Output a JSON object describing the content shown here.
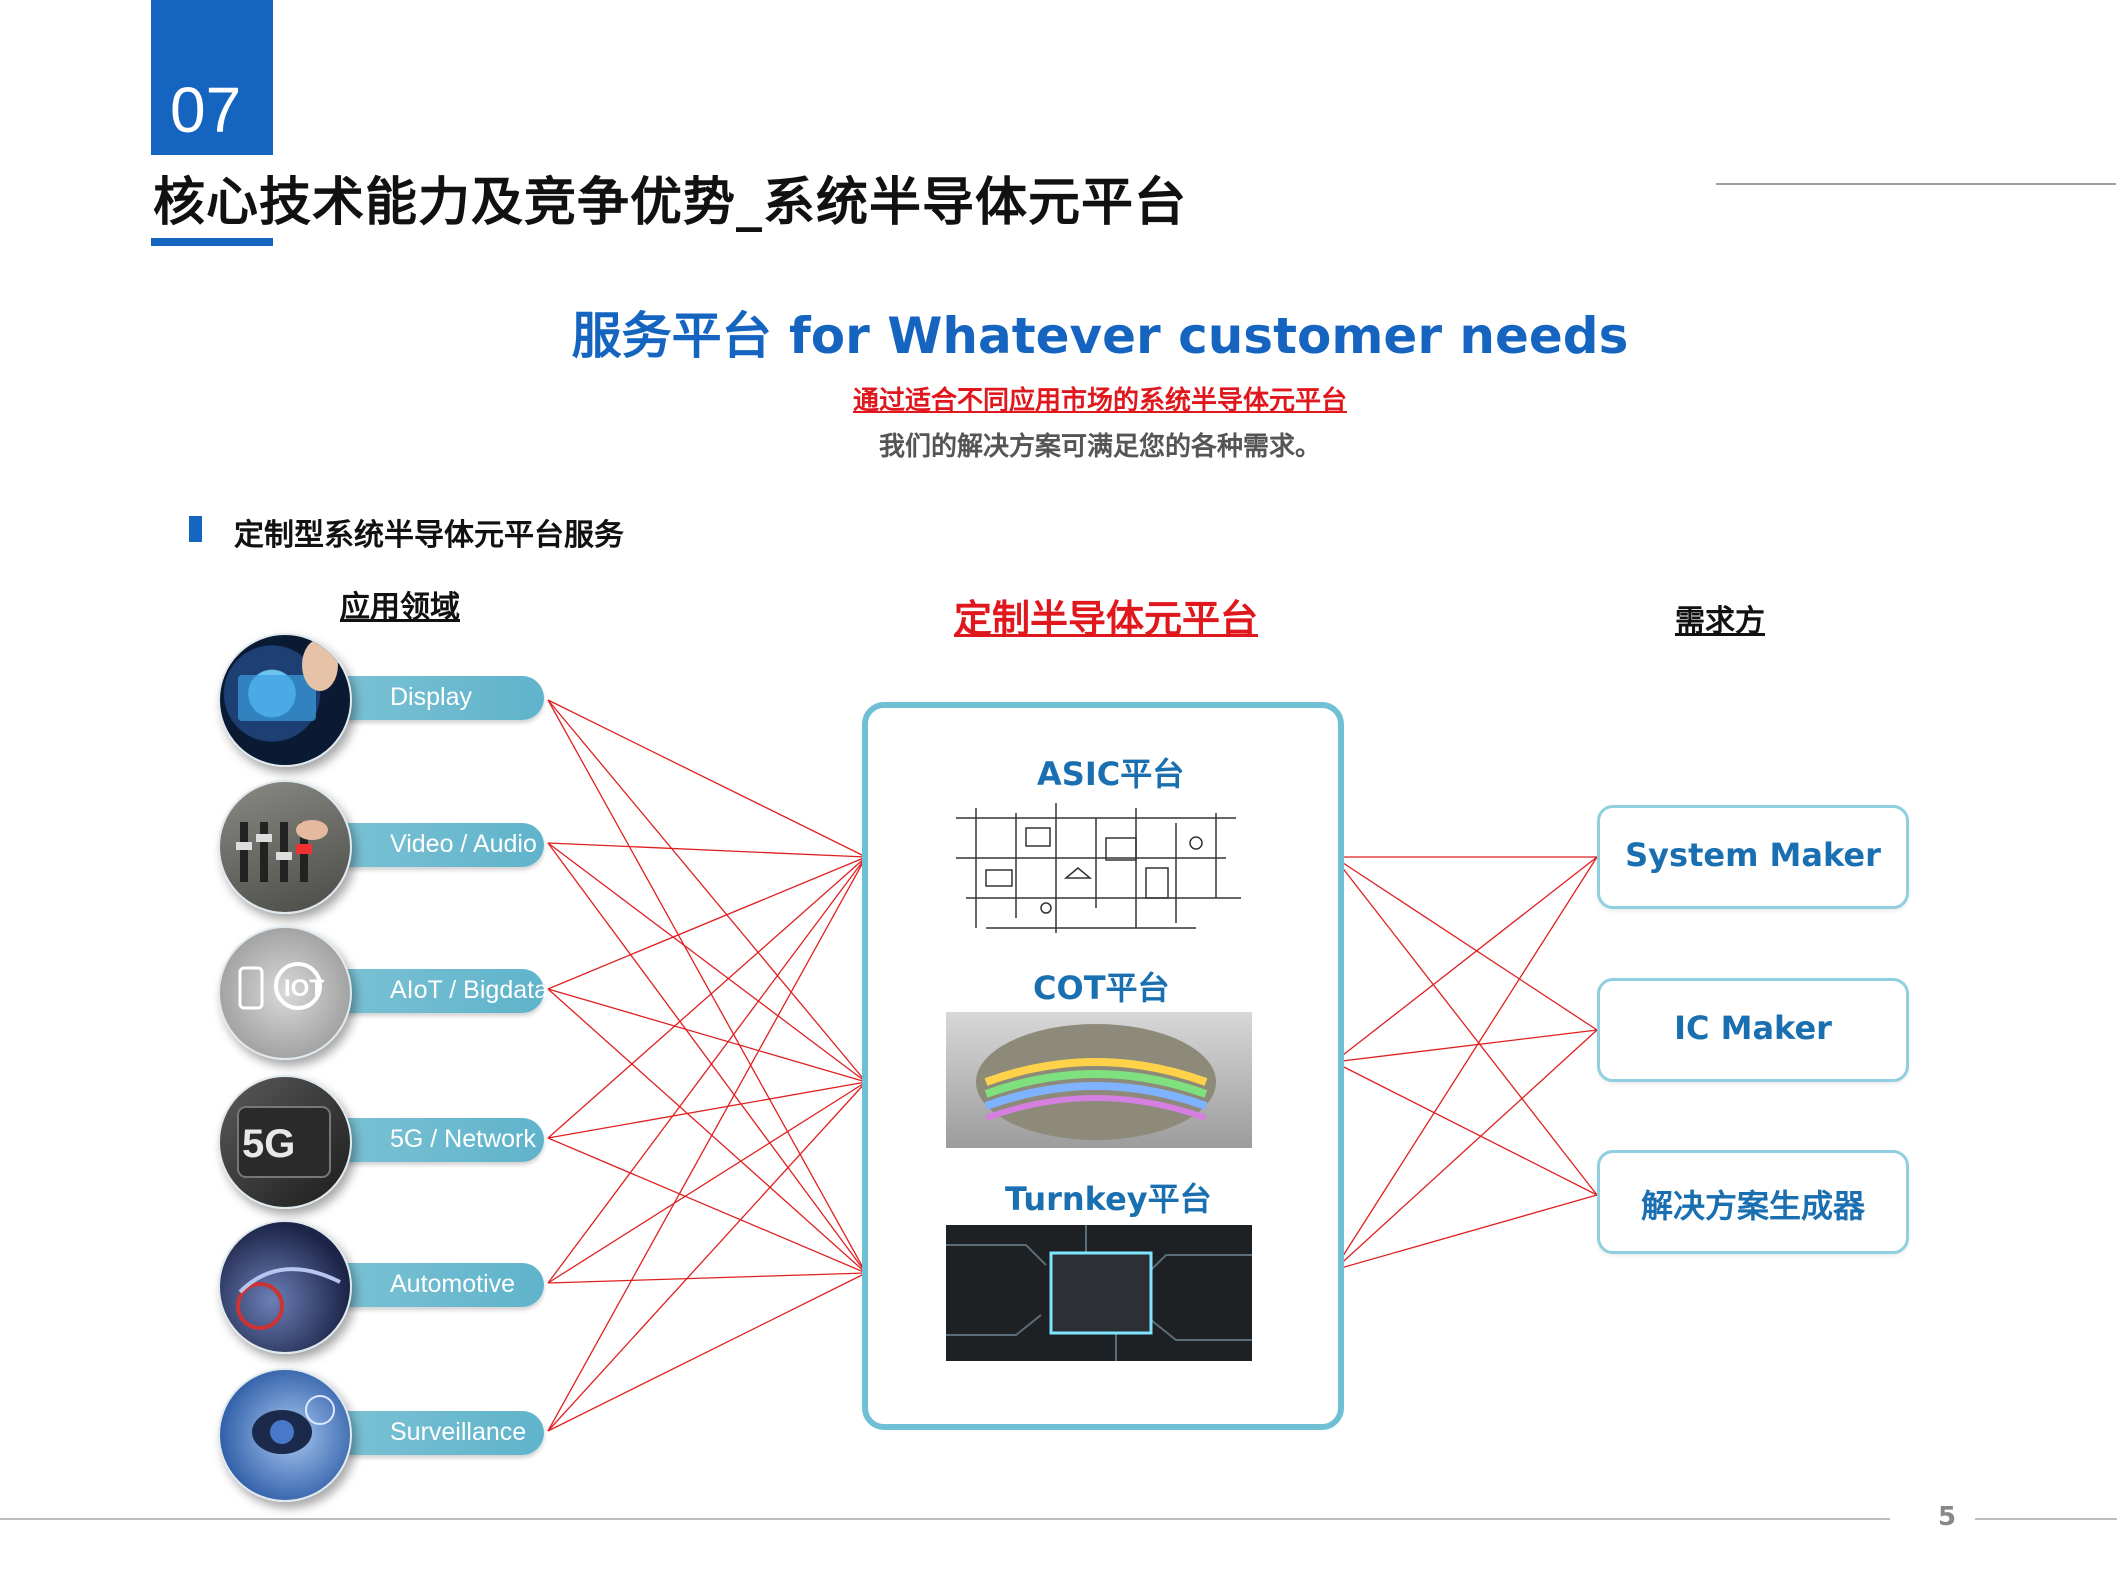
{
  "header": {
    "section_number": "07",
    "title": "核心技术能力及竞争优势_系统半导体元平台"
  },
  "hero": {
    "title": "服务平台 for Whatever customer needs",
    "subtitle_red": "通过适合不同应用市场的系统半导体元平台",
    "subtitle_gray": "我们的解决方案可满足您的各种需求。"
  },
  "section": {
    "label": "定制型系统半导体元平台服务"
  },
  "columns": {
    "applications": "应用领域",
    "platform": "定制半导体元平台",
    "demand": "需求方"
  },
  "applications": [
    {
      "label": "Display",
      "icon": "touch-display-icon"
    },
    {
      "label": "Video / Audio",
      "icon": "mixing-console-icon"
    },
    {
      "label": "AIoT / Bigdata",
      "icon": "iot-icon"
    },
    {
      "label": "5G / Network",
      "icon": "5g-chip-icon"
    },
    {
      "label": "Automotive",
      "icon": "car-icon"
    },
    {
      "label": "Surveillance",
      "icon": "camera-icon"
    }
  ],
  "platforms": [
    {
      "label": "ASIC平台",
      "image": "circuit-schematic"
    },
    {
      "label": "COT平台",
      "image": "silicon-wafer"
    },
    {
      "label": "Turnkey平台",
      "image": "chip-on-board"
    }
  ],
  "demand_side": [
    {
      "label": "System Maker"
    },
    {
      "label": "IC Maker"
    },
    {
      "label": "解决方案生成器"
    }
  ],
  "page_number": "5",
  "colors": {
    "brand_blue": "#1565c0",
    "accent_red": "#e0171c",
    "teal": "#6fc0d4",
    "connector": "#e02020"
  }
}
